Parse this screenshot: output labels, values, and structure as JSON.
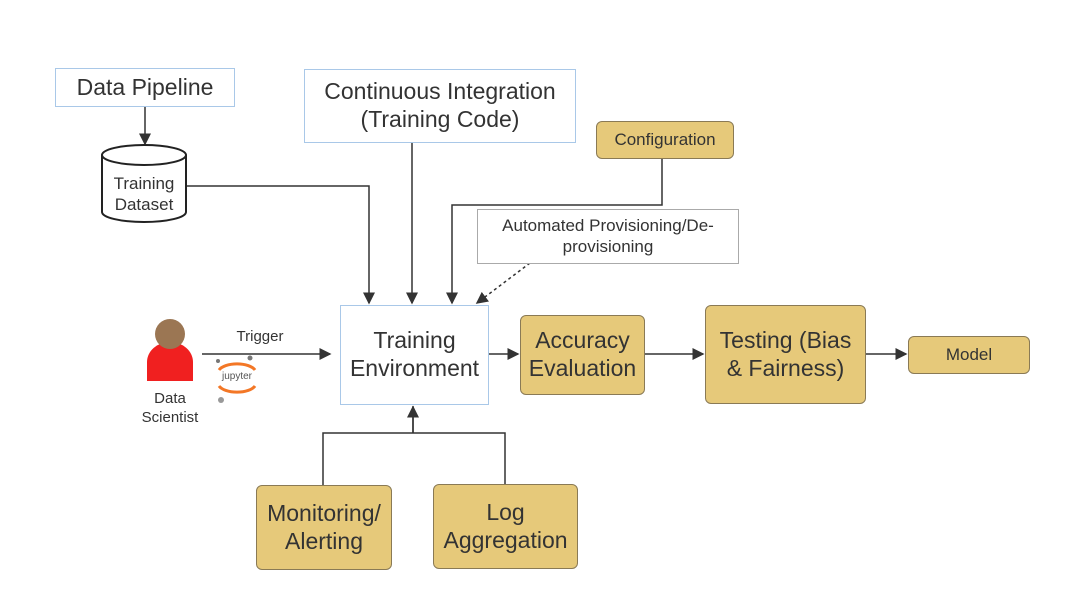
{
  "nodes": {
    "data_pipeline": "Data Pipeline",
    "training_dataset": "Training Dataset",
    "ci": "Continuous Integration (Training Code)",
    "configuration": "Configuration",
    "provisioning": "Automated Provisioning/De-provisioning",
    "training_env": "Training Environment",
    "accuracy": "Accuracy Evaluation",
    "testing": "Testing (Bias & Fairness)",
    "model": "Model",
    "monitoring": "Monitoring/ Alerting",
    "log": "Log Aggregation",
    "data_scientist": "Data Scientist"
  },
  "edges": {
    "trigger": "Trigger"
  },
  "logo": "jupyter",
  "colors": {
    "gold": "#e6c97a",
    "blue_border": "#a9c8e8",
    "person_body": "#f02020",
    "person_head": "#9b7653",
    "jupyter": "#f37726"
  }
}
